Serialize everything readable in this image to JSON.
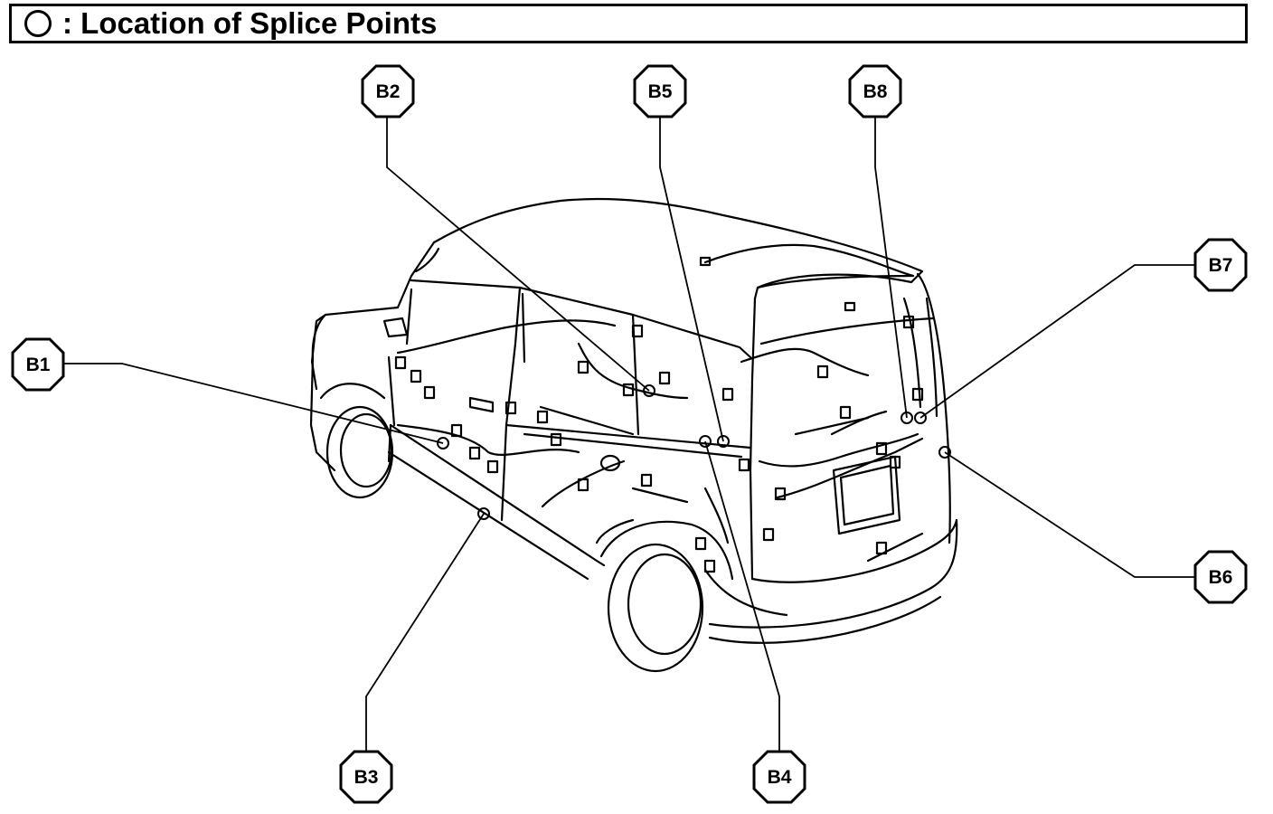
{
  "header": {
    "title": ": Location of Splice Points"
  },
  "splice_labels": [
    {
      "id": "B1",
      "text": "B1"
    },
    {
      "id": "B2",
      "text": "B2"
    },
    {
      "id": "B3",
      "text": "B3"
    },
    {
      "id": "B4",
      "text": "B4"
    },
    {
      "id": "B5",
      "text": "B5"
    },
    {
      "id": "B6",
      "text": "B6"
    },
    {
      "id": "B7",
      "text": "B7"
    },
    {
      "id": "B8",
      "text": "B8"
    }
  ],
  "legend_icon": "circle-icon"
}
